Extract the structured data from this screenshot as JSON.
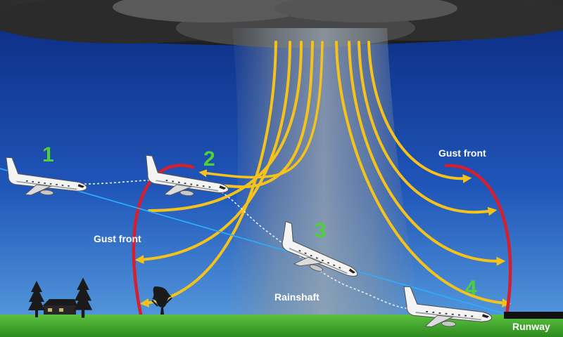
{
  "labels": {
    "step_1": "1",
    "step_2": "2",
    "step_3": "3",
    "step_4": "4",
    "gust_front_left": "Gust front",
    "gust_front_right": "Gust front",
    "rainshaft": "Rainshaft",
    "runway": "Runway"
  },
  "colors": {
    "sky_top": "#0b2a80",
    "sky_bottom": "#5a9fe0",
    "storm_cloud": "#3a3a3a",
    "downdraft_arrows": "#f5c21a",
    "gust_front": "#d41f2e",
    "glide_path": "#2ab0ff",
    "step_numbers": "#4fd03a",
    "ground": "#3fa52a",
    "runway_surface": "#111111"
  },
  "icons": {
    "aircraft": "airliner-icon",
    "house": "house-icon",
    "trees": "tree-icon"
  }
}
